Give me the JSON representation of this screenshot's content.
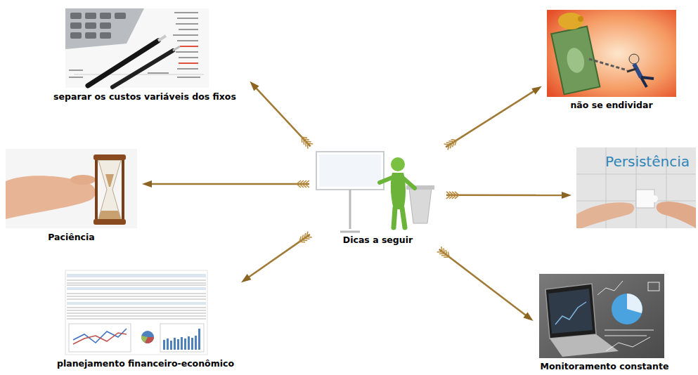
{
  "diagram": {
    "nodes": [
      {
        "text": [
          "Dicas a seguir"
        ]
      },
      {
        "text": [
          "separar os custos variáveis dos fixos"
        ]
      },
      {
        "text": [
          "não se endividar"
        ]
      },
      {
        "text": [
          "Paciência"
        ]
      },
      {
        "text": [
          "Persistência"
        ]
      },
      {
        "text": [
          "planejamento financeiro-econômico"
        ]
      },
      {
        "text": [
          "Monitoramento constante"
        ]
      }
    ],
    "edges": [
      {
        "from": 0,
        "to": 1,
        "arrow": "to"
      },
      {
        "from": 0,
        "to": 2,
        "arrow": "to"
      },
      {
        "from": 0,
        "to": 3,
        "arrow": "to"
      },
      {
        "from": 0,
        "to": 4,
        "arrow": "to"
      },
      {
        "from": 0,
        "to": 5,
        "arrow": "to"
      },
      {
        "from": 0,
        "to": 6,
        "arrow": "to"
      }
    ]
  }
}
